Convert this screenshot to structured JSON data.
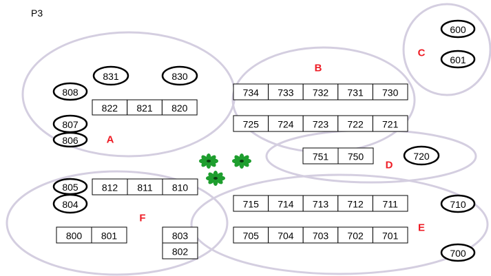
{
  "floor_label": "P3",
  "colors": {
    "zone_outline": "#d4cee0",
    "zone_label": "#ee1c25",
    "plant": "#1e9e2e"
  },
  "icons": {
    "plant": "plant-icon"
  },
  "zones": {
    "A": {
      "label": "A",
      "oval_units": [
        "831",
        "830",
        "808",
        "807",
        "806"
      ],
      "row_units": [
        "822",
        "821",
        "820"
      ]
    },
    "B": {
      "label": "B",
      "rows": [
        [
          "734",
          "733",
          "732",
          "731",
          "730"
        ],
        [
          "725",
          "724",
          "723",
          "722",
          "721"
        ]
      ]
    },
    "C": {
      "label": "C",
      "oval_units": [
        "600",
        "601"
      ]
    },
    "D": {
      "label": "D",
      "row_units": [
        "751",
        "750"
      ],
      "oval_units": [
        "720"
      ]
    },
    "E": {
      "label": "E",
      "rows": [
        [
          "715",
          "714",
          "713",
          "712",
          "711"
        ],
        [
          "705",
          "704",
          "703",
          "702",
          "701"
        ]
      ],
      "oval_units": [
        "710",
        "700"
      ]
    },
    "F": {
      "label": "F",
      "oval_units": [
        "805",
        "804"
      ],
      "row_units": [
        "812",
        "811",
        "810"
      ],
      "pair_units": [
        "800",
        "801"
      ],
      "stack_units": [
        "803",
        "802"
      ]
    }
  }
}
